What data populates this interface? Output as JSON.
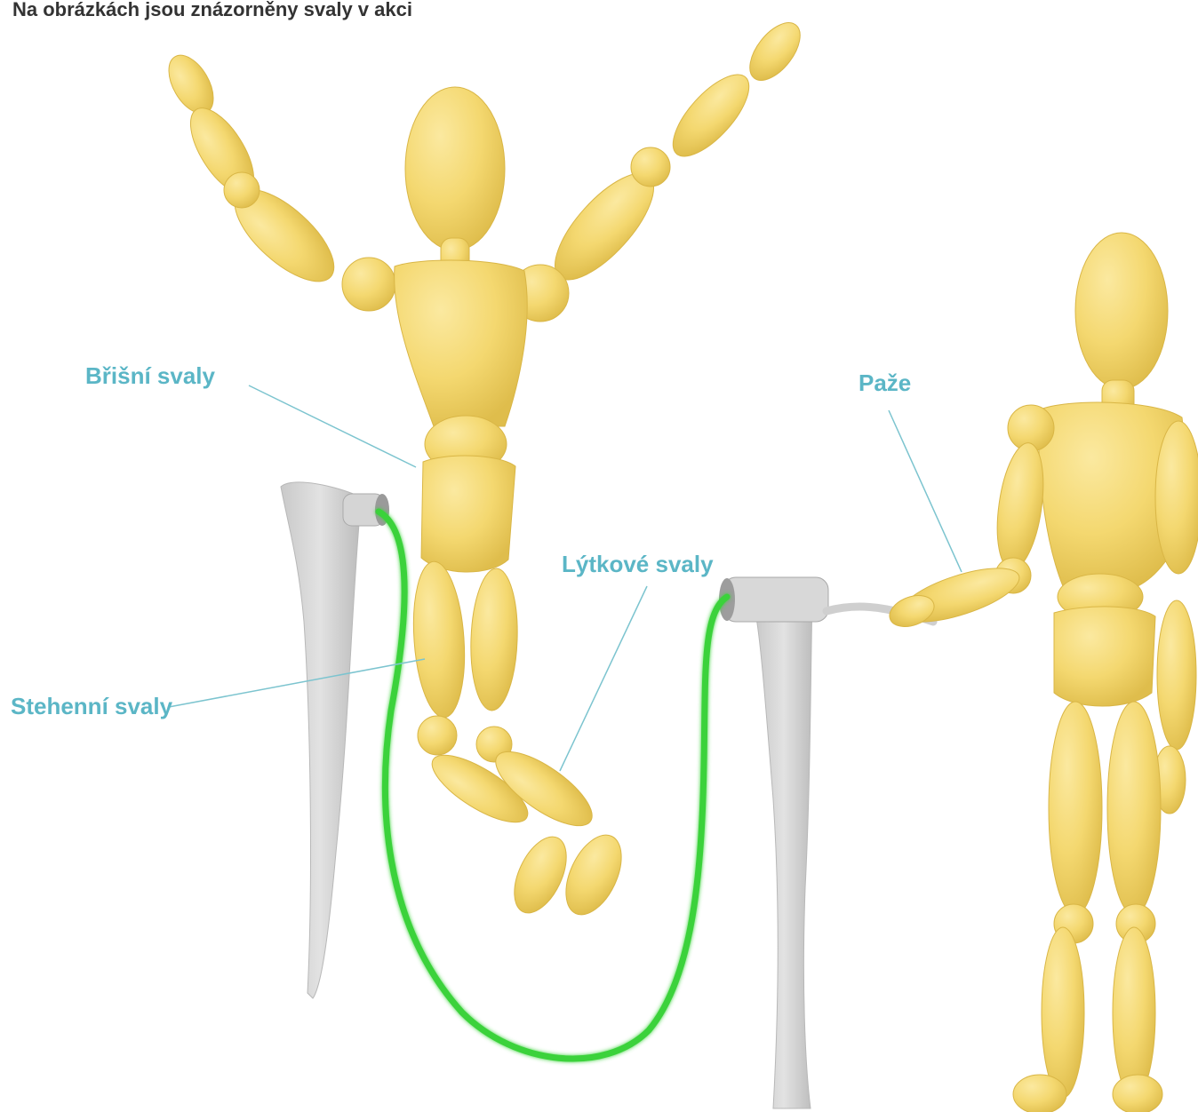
{
  "caption": "Na obrázkách jsou znázorněny svaly v akci",
  "labels": {
    "abdominal": "Břišní svaly",
    "arm": "Paže",
    "calf": "Lýtkové svaly",
    "thigh": "Stehenní svaly"
  },
  "colors": {
    "label": "#5bb6c6",
    "leader_line": "#7cc4cf",
    "mannequin": "#f4d870",
    "mannequin_shade": "#e0be4c",
    "rope": "#3bd23b",
    "handle_wrap": "#cfcfcf",
    "handle": "#d9d9d9"
  }
}
